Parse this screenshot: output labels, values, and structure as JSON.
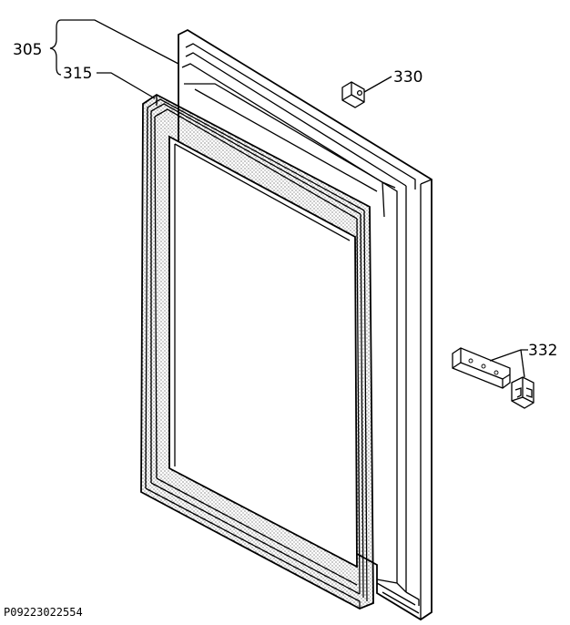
{
  "parts": {
    "assembly": "305",
    "gasket": "315",
    "cap": "330",
    "hinge": "332"
  },
  "drawing_code": "P09223022554"
}
